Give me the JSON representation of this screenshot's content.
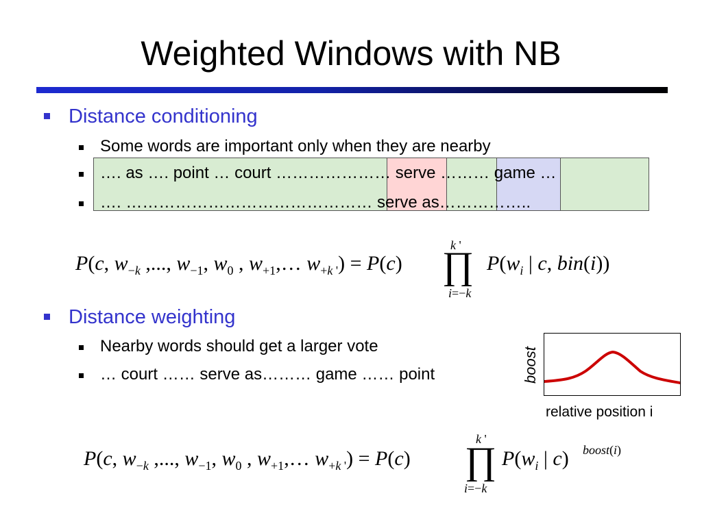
{
  "slide": {
    "title": "Weighted Windows with NB"
  },
  "section1": {
    "heading": "Distance conditioning",
    "sub1": "Some words are important only when they are nearby",
    "sub2": "…. as …. point … court ………………… serve ……… game …",
    "sub3": "…. ……………………………………… serve as……………..",
    "highlight_colors": {
      "green": "#d8ecd2",
      "red": "#ffd5d5",
      "blue": "#d6d8f4"
    }
  },
  "formula1": {
    "lhs": "P(c, w−k ,..., w−1, w0 , w+1,… w+k')",
    "rhs": "= P(c) ∏ P(wi | c, bin(i))",
    "prod_upper": "k '",
    "prod_lower": "i=−k"
  },
  "section2": {
    "heading": "Distance weighting",
    "sub1": "Nearby words should get a larger vote",
    "sub2": "… court …… serve as……… game …… point"
  },
  "boost_plot": {
    "ylabel": "boost",
    "xlabel": "relative position i",
    "curve_color": "#cc0000"
  },
  "formula2": {
    "lhs": "P(c, w−k ,..., w−1, w0 , w+1,… w+k')",
    "rhs": "= P(c) ∏ P(wi | c)^boost(i)",
    "prod_upper": "k '",
    "prod_lower": "i=−k",
    "exponent": "boost(i)"
  }
}
